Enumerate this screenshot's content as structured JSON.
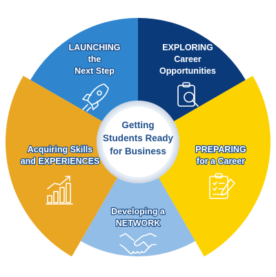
{
  "center": {
    "lines": [
      "Getting",
      "Students Ready",
      "for Business"
    ]
  },
  "segments": [
    {
      "id": "launching",
      "lines": [
        "LAUNCHING",
        "the",
        "Next Step"
      ],
      "color": "#2f86cf",
      "text_color": "#ffffff",
      "outline": "#1b4f8c",
      "icon": "rocket-icon"
    },
    {
      "id": "exploring",
      "lines": [
        "EXPLORING",
        "Career",
        "Opportunities"
      ],
      "color": "#0b3a7a",
      "text_color": "#ffffff",
      "outline": "#0b3a7a",
      "icon": "clipboard-magnifier-icon"
    },
    {
      "id": "preparing",
      "lines": [
        "PREPARING",
        "for a Career"
      ],
      "color": "#fcd200",
      "text_color": "#ffffff",
      "outline": "#1b4f8c",
      "icon": "checklist-pen-icon"
    },
    {
      "id": "developing",
      "lines": [
        "Developing a",
        "NETWORK"
      ],
      "color": "#92bde6",
      "text_color": "#ffffff",
      "outline": "#1b4f8c",
      "icon": "handshake-icon"
    },
    {
      "id": "acquiring",
      "lines": [
        "Acquiring Skills",
        "and EXPERIENCES"
      ],
      "color": "#e9a623",
      "text_color": "#ffffff",
      "outline": "#1b4f8c",
      "icon": "growth-chart-icon"
    }
  ]
}
